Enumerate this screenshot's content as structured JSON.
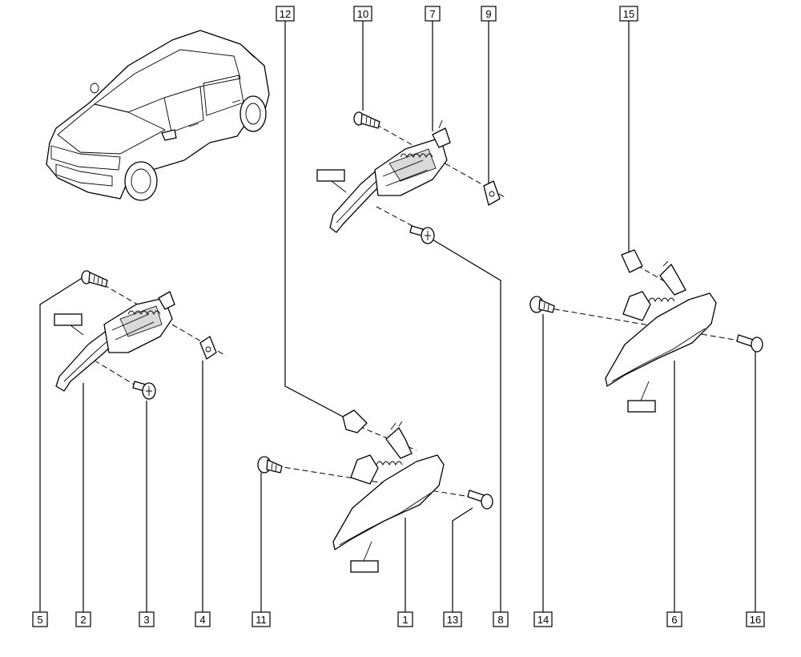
{
  "callouts": [
    {
      "id": "c5",
      "label": "5"
    },
    {
      "id": "c2",
      "label": "2"
    },
    {
      "id": "c3",
      "label": "3"
    },
    {
      "id": "c4",
      "label": "4"
    },
    {
      "id": "c11",
      "label": "11"
    },
    {
      "id": "c1",
      "label": "1"
    },
    {
      "id": "c13",
      "label": "13"
    },
    {
      "id": "c8",
      "label": "8"
    },
    {
      "id": "c14",
      "label": "14"
    },
    {
      "id": "c6",
      "label": "6"
    },
    {
      "id": "c16",
      "label": "16"
    },
    {
      "id": "c12",
      "label": "12"
    },
    {
      "id": "c10",
      "label": "10"
    },
    {
      "id": "c7",
      "label": "7"
    },
    {
      "id": "c9",
      "label": "9"
    },
    {
      "id": "c15",
      "label": "15"
    }
  ]
}
